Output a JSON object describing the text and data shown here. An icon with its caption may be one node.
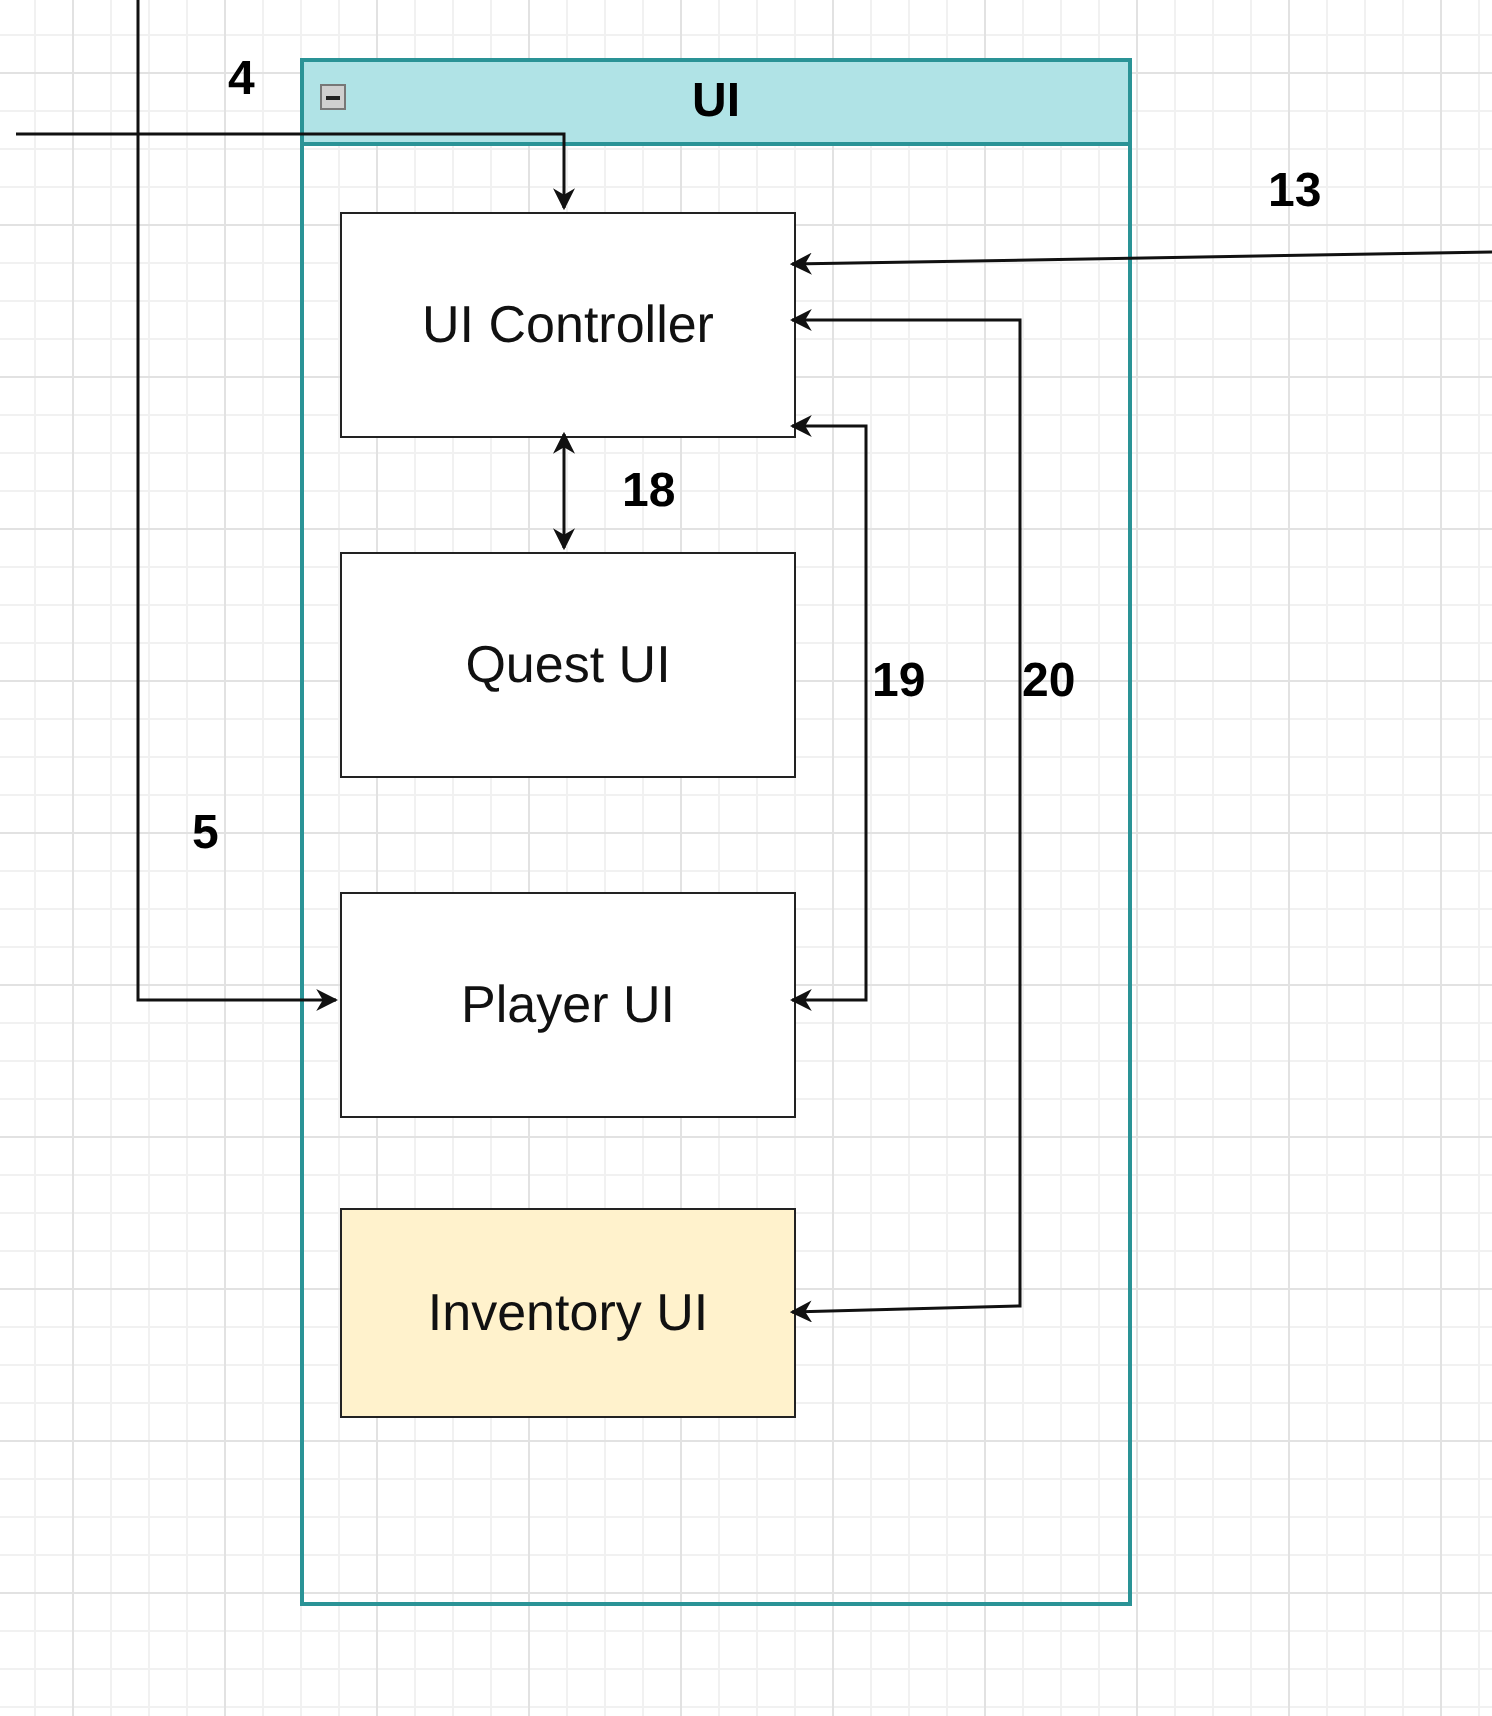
{
  "diagram": {
    "nodes": [
      {
        "text": [
          "UI"
        ]
      },
      {
        "text": [
          "UI Controller"
        ],
        "in": 0
      },
      {
        "text": [
          "Quest UI"
        ],
        "in": 0
      },
      {
        "text": [
          "Player UI"
        ],
        "in": 0
      },
      {
        "text": [
          "Inventory UI"
        ],
        "in": 0
      }
    ],
    "edges": [
      {
        "from": null,
        "to": 1,
        "arrow": "to",
        "label": "4"
      },
      {
        "from": null,
        "to": 3,
        "arrow": "to",
        "label": "5"
      },
      {
        "from": null,
        "to": 1,
        "arrow": "to",
        "label": "13"
      },
      {
        "from": 1,
        "to": 2,
        "arrow": "both",
        "label": "18"
      },
      {
        "from": 1,
        "to": 3,
        "arrow": "both",
        "label": "19"
      },
      {
        "from": 1,
        "to": 4,
        "arrow": "both",
        "label": "20"
      }
    ]
  }
}
